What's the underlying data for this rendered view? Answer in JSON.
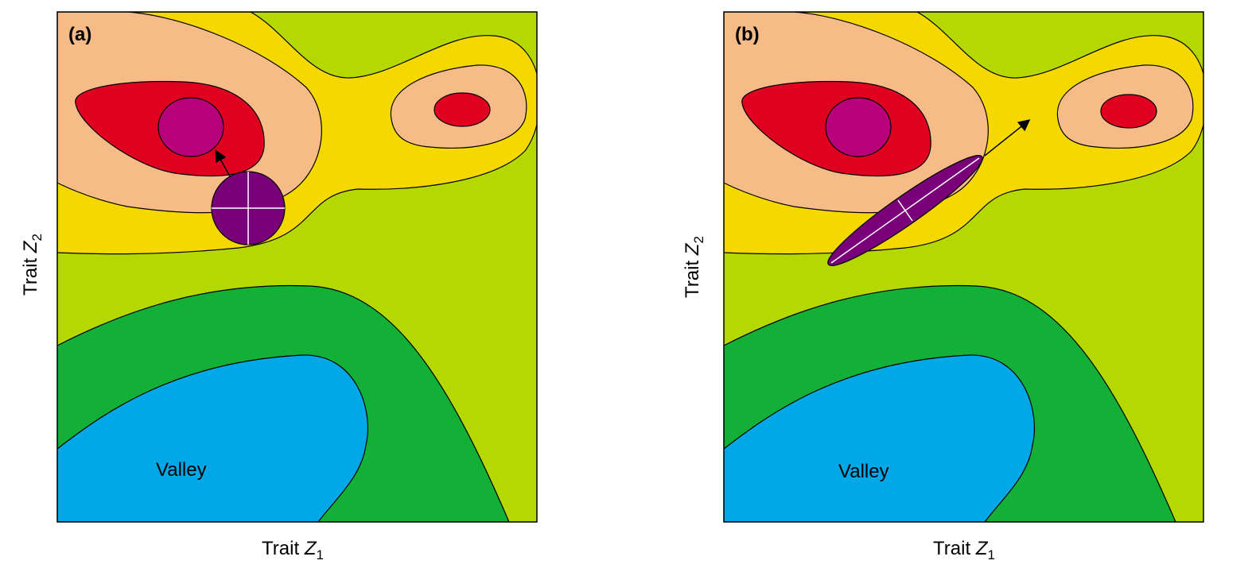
{
  "panels": [
    {
      "label": "(a)",
      "valley_label": "Valley",
      "x_axis": {
        "prefix": "Trait ",
        "variable": "Z",
        "subscript": "1"
      },
      "y_axis": {
        "prefix": "Trait ",
        "variable": "Z",
        "subscript": "2"
      },
      "genetic_variance_shape": "circle"
    },
    {
      "label": "(b)",
      "valley_label": "Valley",
      "x_axis": {
        "prefix": "Trait ",
        "variable": "Z",
        "subscript": "1"
      },
      "y_axis": {
        "prefix": "Trait ",
        "variable": "Z",
        "subscript": "2"
      },
      "genetic_variance_shape": "ellipse"
    }
  ],
  "colors": {
    "lowland": "#b4d800",
    "slope": "#12b036",
    "valley": "#00a8e8",
    "mid": "#f5d800",
    "high": "#f6bb86",
    "peak": "#e0001f",
    "summit": "#b8007a",
    "population": "#7a0079",
    "outline": "#000000"
  }
}
